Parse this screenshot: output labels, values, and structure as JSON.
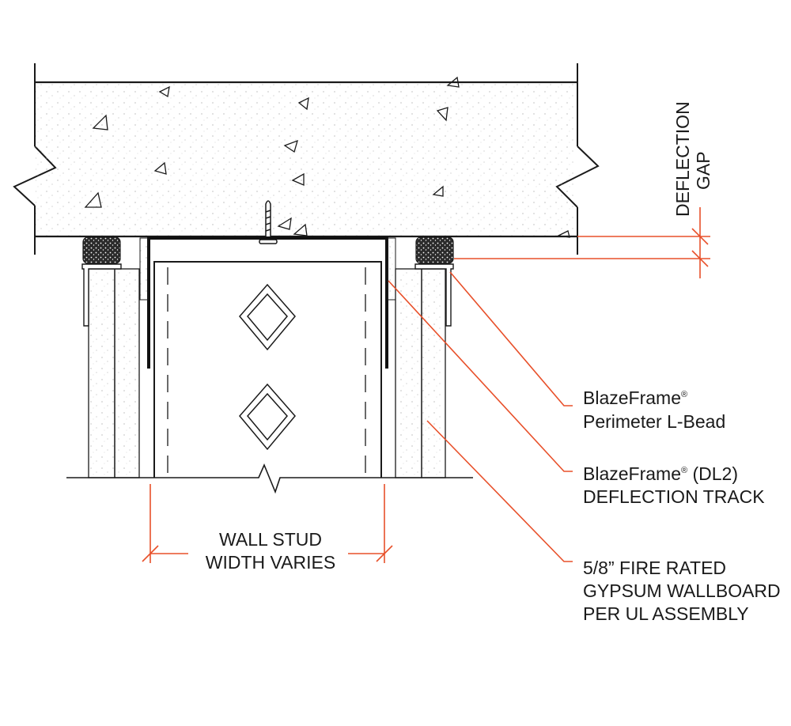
{
  "labels": {
    "deflection_gap": [
      "DEFLECTION",
      "GAP"
    ],
    "perimeter_bead": {
      "line1": "BlazeFrame",
      "line1_mark": "®",
      "line2": "Perimeter L-Bead"
    },
    "deflection_track": {
      "line1": "BlazeFrame",
      "line1_mark": "®",
      "line1_suffix": " (DL2)",
      "line2": "DEFLECTION TRACK"
    },
    "wallboard": {
      "line1": "5/8” FIRE RATED",
      "line2": "GYPSUM WALLBOARD",
      "line3": "PER UL ASSEMBLY"
    },
    "stud_width": {
      "line1": "WALL STUD",
      "line2": "WIDTH VARIES"
    }
  },
  "colors": {
    "line": "#1a1a1a",
    "annotation": "#e8502a",
    "concrete_fill": "#ffffff",
    "gasket": "#2b2b2b"
  }
}
